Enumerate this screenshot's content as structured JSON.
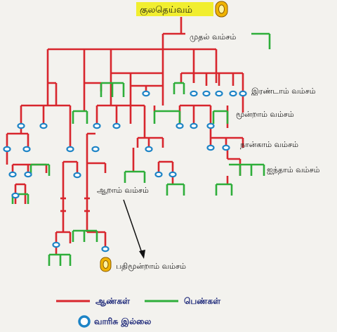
{
  "title": "குலதெய்வம்",
  "generations": {
    "g1": "முதல் வம்சம்",
    "g2": "இரண்டாம் வம்சம்",
    "g3": "மூன்றாம் வம்சம்",
    "g4": "நான்காம் வம்சம்",
    "g5": "ஐந்தாம் வம்சம்",
    "g6": "ஆறாம் வம்சம்",
    "g13": "பதிமூன்றாம் வம்சம்"
  },
  "legend": {
    "males": "ஆண்கள்",
    "females": "பெண்கள்",
    "no_heirs": "வாரிசு இல்லை"
  },
  "colors": {
    "male": "#d8262d",
    "female": "#2eae3a",
    "no_heir": "#1d84c6",
    "title_bg": "#f1ee2f",
    "deity": "#f0b400"
  }
}
